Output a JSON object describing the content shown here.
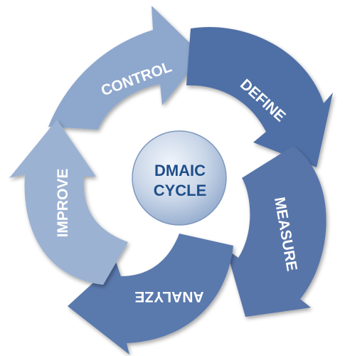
{
  "diagram": {
    "center_label": {
      "line1": "DMAIC",
      "line2": "CYCLE"
    },
    "steps": [
      {
        "id": "define",
        "label": "DEFINE",
        "color": "#4f6fa6"
      },
      {
        "id": "measure",
        "label": "MEASURE",
        "color": "#5875aa"
      },
      {
        "id": "analyze",
        "label": "ANALYZE",
        "color": "#5a79ad"
      },
      {
        "id": "improve",
        "label": "IMPROVE",
        "color": "#9cb2d3"
      },
      {
        "id": "control",
        "label": "CONTROL",
        "color": "#8ea7cd"
      }
    ],
    "colors": {
      "hub_fill": "#c5d3e6",
      "hub_text": "#1f4f8a",
      "label_text": "#ffffff"
    }
  }
}
